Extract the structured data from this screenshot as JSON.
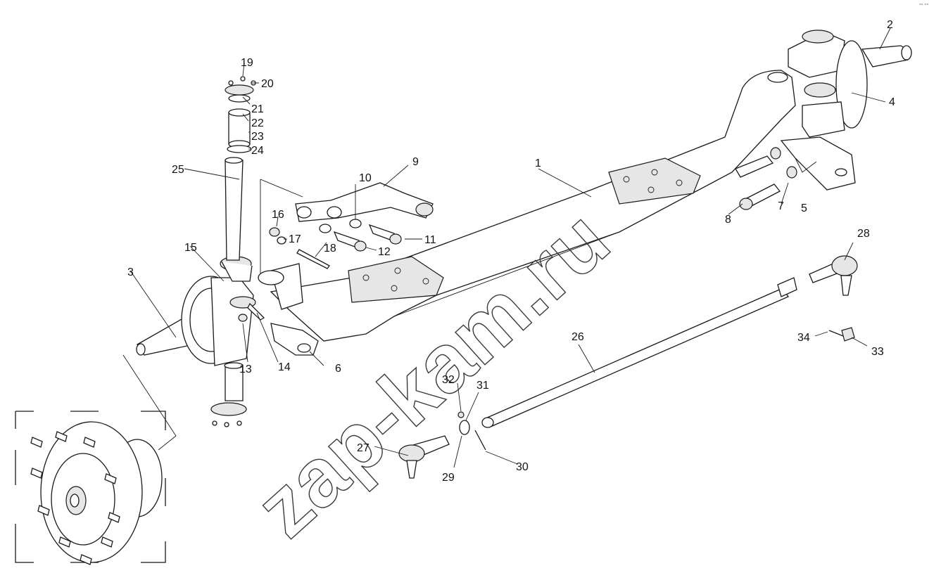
{
  "diagram": {
    "watermark": "zap-kam.ru",
    "corner_mark": "°° °°",
    "callouts": [
      "1",
      "2",
      "3",
      "4",
      "5",
      "6",
      "7",
      "8",
      "9",
      "10",
      "11",
      "12",
      "13",
      "14",
      "15",
      "16",
      "17",
      "18",
      "19",
      "20",
      "21",
      "22",
      "23",
      "24",
      "25",
      "26",
      "27",
      "28",
      "29",
      "30",
      "31",
      "32",
      "33",
      "34"
    ]
  }
}
